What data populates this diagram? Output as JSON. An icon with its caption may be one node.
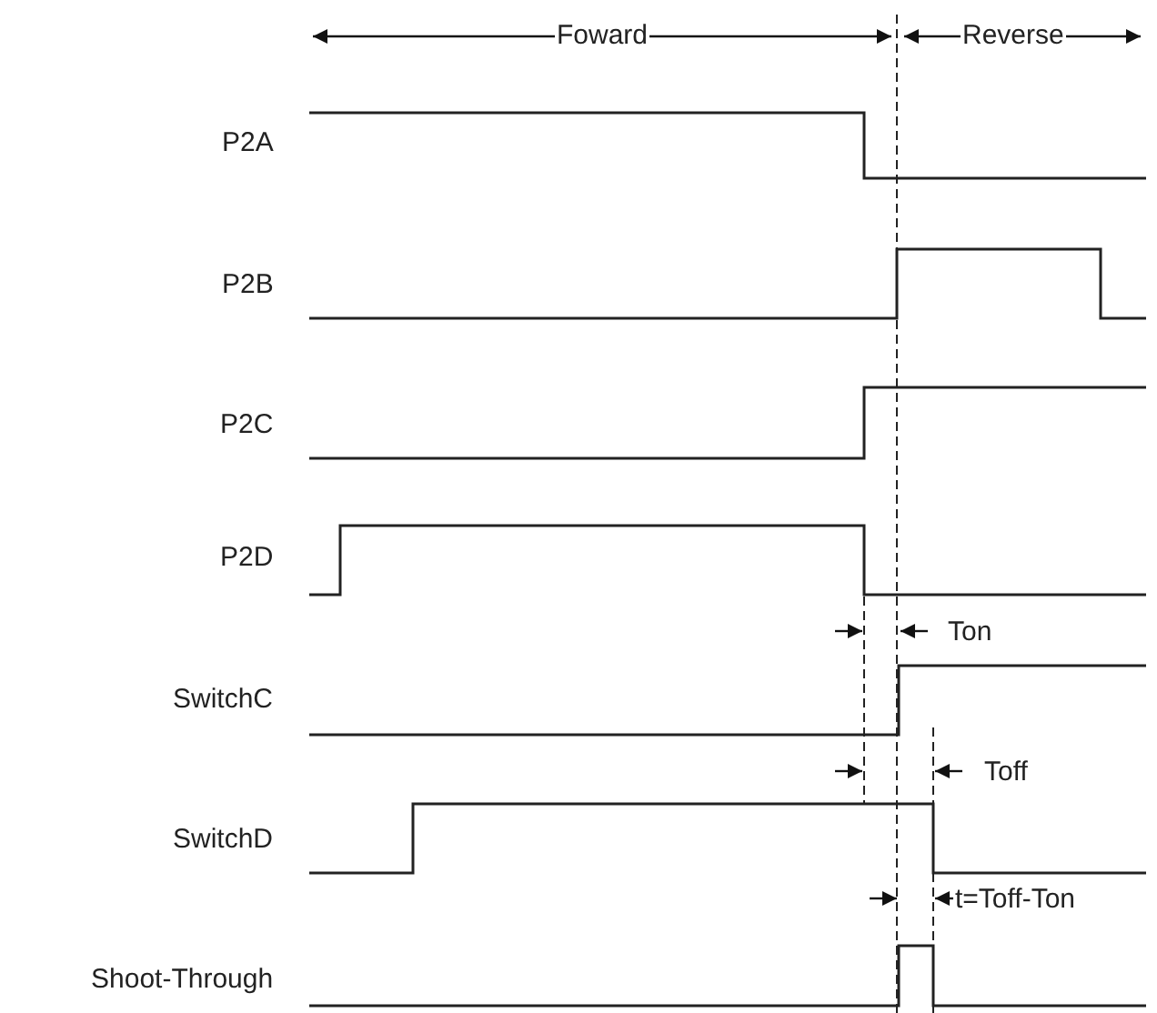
{
  "diagram": {
    "labels": [
      "Foward",
      "Reverse",
      "P2A",
      "P2B",
      "P2C",
      "P2D",
      "Ton",
      "SwitchC",
      "Toff",
      "SwitchD",
      "t=Toff-Ton",
      "Shoot-Through"
    ]
  }
}
